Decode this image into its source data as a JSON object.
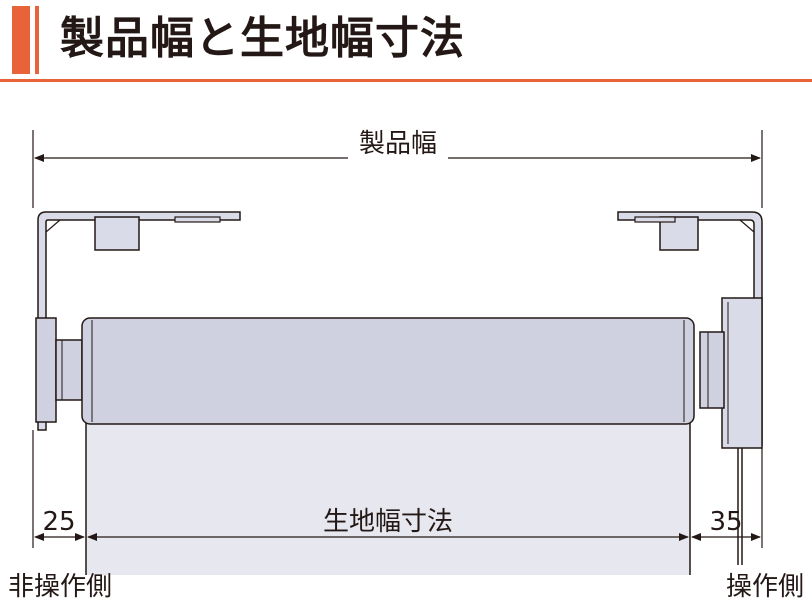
{
  "title": "製品幅と生地幅寸法",
  "labels": {
    "product_width": "製品幅",
    "fabric_width": "生地幅寸法",
    "left_clearance": "25",
    "right_clearance": "35",
    "non_operation_side": "非操作側",
    "operation_side": "操作側"
  },
  "colors": {
    "accent": "#e8633a",
    "metal_face": "#d9dbe8",
    "roller": "#cfd1e0",
    "fabric": "#e7e8ef",
    "outline": "#231815"
  }
}
